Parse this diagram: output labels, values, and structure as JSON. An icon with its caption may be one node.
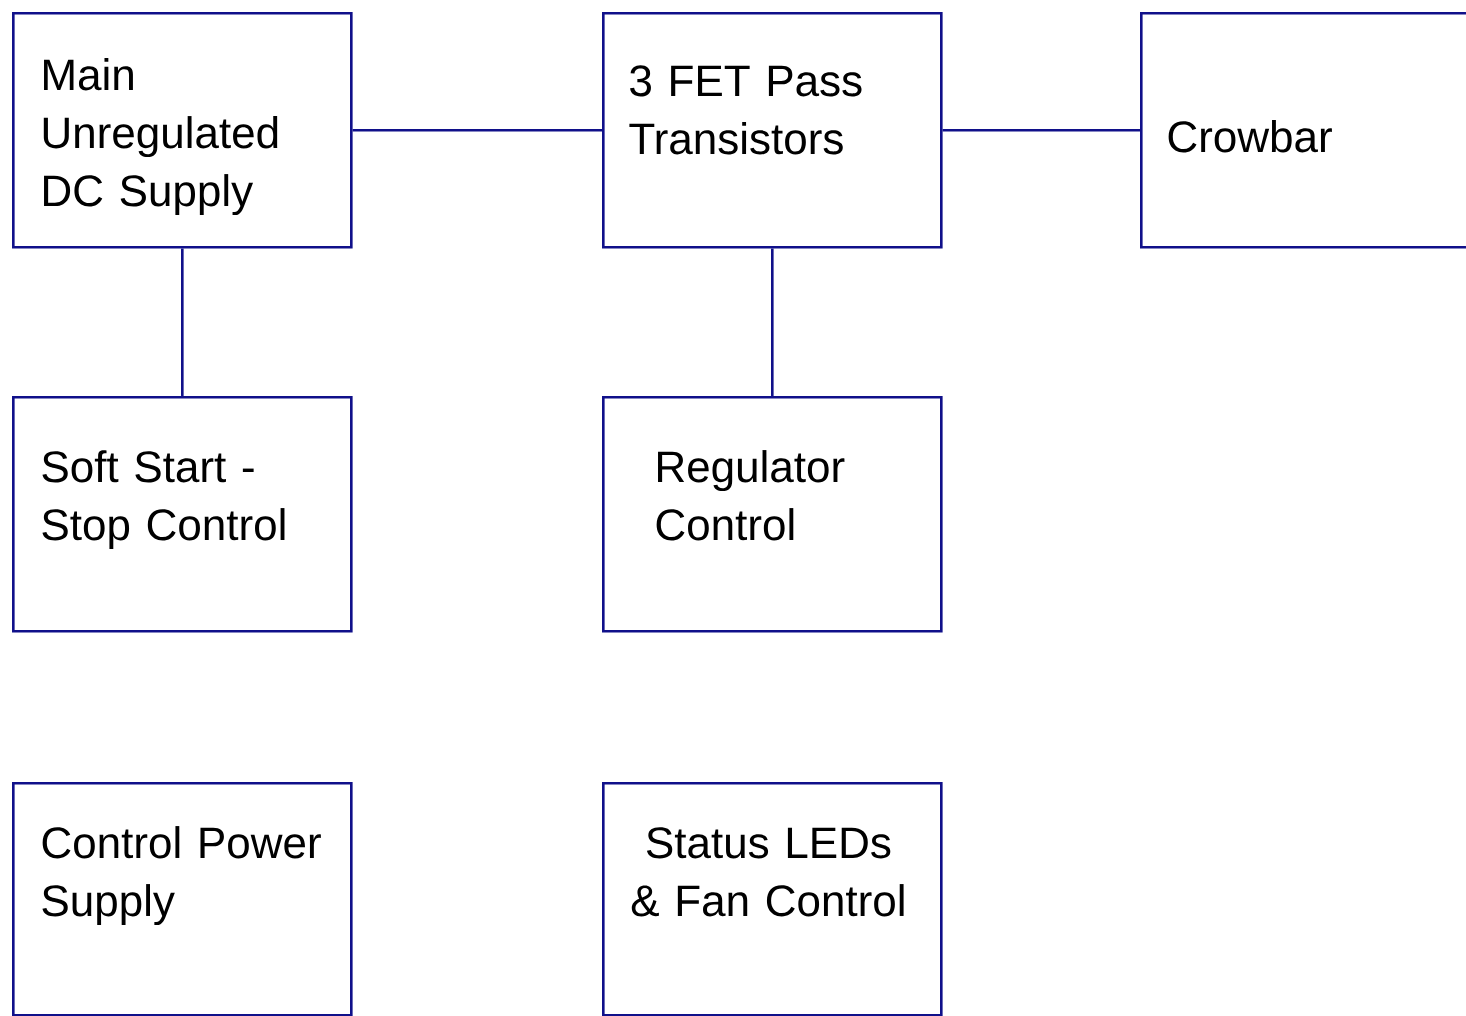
{
  "diagram": {
    "nodes": [
      {
        "text": [
          "Main Unregulated DC Supply"
        ]
      },
      {
        "text": [
          "3 FET Pass Transistors"
        ]
      },
      {
        "text": [
          "Crowbar"
        ]
      },
      {
        "text": [
          "Soft Start - Stop Control"
        ]
      },
      {
        "text": [
          "Regulator Control"
        ]
      },
      {
        "text": [
          "Control Power Supply"
        ]
      },
      {
        "text": [
          "Status LEDs & Fan Control"
        ]
      }
    ],
    "edges": [
      {
        "from": 0,
        "to": 1,
        "arrow": "none"
      },
      {
        "from": 1,
        "to": 2,
        "arrow": "none"
      },
      {
        "from": 0,
        "to": 3,
        "arrow": "none"
      },
      {
        "from": 1,
        "to": 4,
        "arrow": "none"
      }
    ]
  }
}
